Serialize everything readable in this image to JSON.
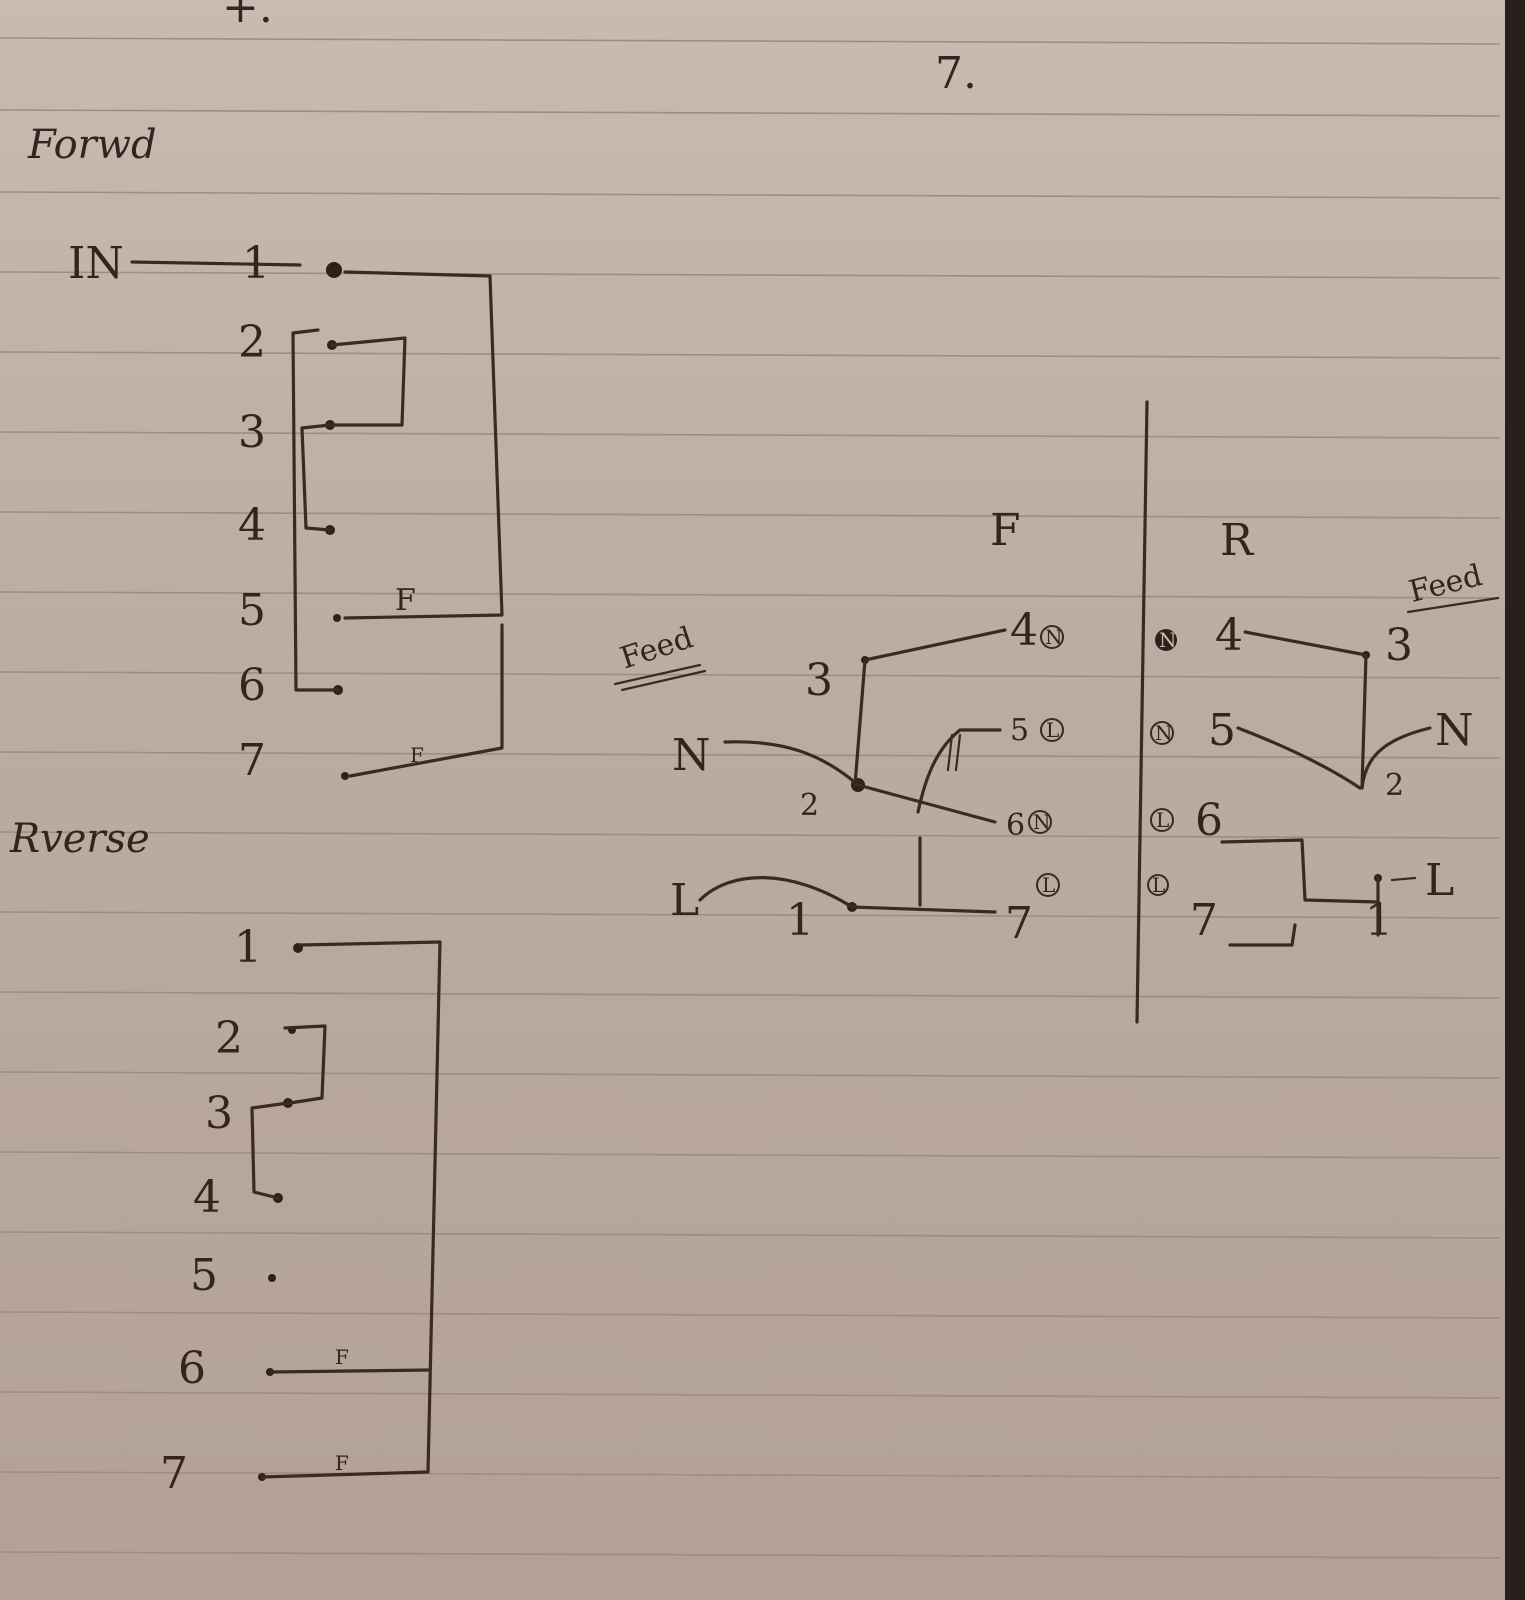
{
  "page": {
    "header_mark": "7.",
    "top_mark": "+."
  },
  "forward": {
    "title": "Forwd",
    "in_label": "IN",
    "terminals": [
      "1",
      "2",
      "3",
      "4",
      "5",
      "6",
      "7"
    ],
    "wire_labels": {
      "t5": "F",
      "t7": "F"
    }
  },
  "reverse": {
    "title": "Rverse",
    "terminals": [
      "1",
      "2",
      "3",
      "4",
      "5",
      "6",
      "7"
    ],
    "wire_labels": {
      "t6": "F",
      "t7": "F"
    }
  },
  "f_panel": {
    "heading": "F",
    "feed_label": "Feed",
    "n_label": "N",
    "l_label": "L",
    "nodes": {
      "n1": "1",
      "n2": "2",
      "n3": "3",
      "n4": "4",
      "n5": "5",
      "n6": "6",
      "n7": "7"
    },
    "marks": {
      "m4": "N",
      "m5": "L",
      "m6": "N",
      "m7": "L"
    }
  },
  "r_panel": {
    "heading": "R",
    "feed_label": "Feed",
    "n_label": "N",
    "l_label": "L",
    "nodes": {
      "n1": "1",
      "n2": "2",
      "n3": "3",
      "n4": "4",
      "n5": "5",
      "n6": "6",
      "n7": "7"
    },
    "marks": {
      "m4": "N",
      "m5": "N",
      "m6": "L",
      "m7": "L"
    }
  }
}
